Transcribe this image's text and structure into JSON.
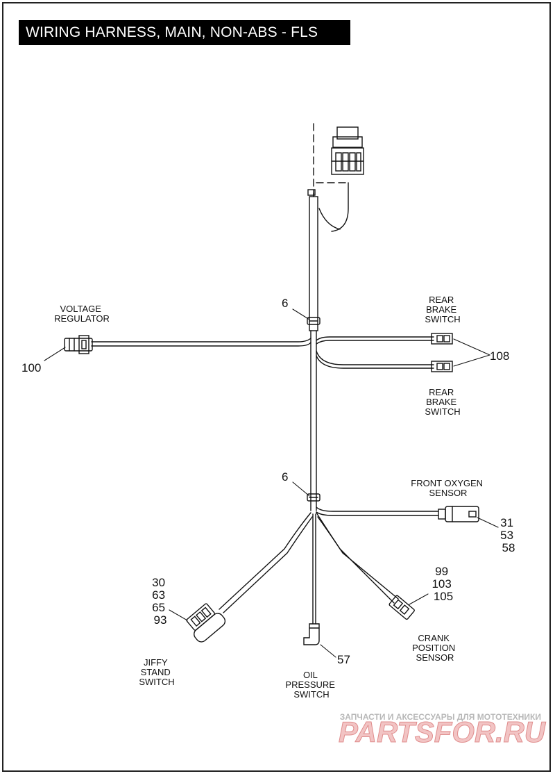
{
  "title": "WIRING HARNESS, MAIN, NON-ABS - FLS",
  "labels": {
    "voltage_regulator": [
      "VOLTAGE",
      "REGULATOR"
    ],
    "rear_brake_switch_upper": [
      "REAR",
      "BRAKE",
      "SWITCH"
    ],
    "rear_brake_switch_lower": [
      "REAR",
      "BRAKE",
      "SWITCH"
    ],
    "front_oxygen_sensor": [
      "FRONT OXYGEN",
      "SENSOR"
    ],
    "crank_position_sensor": [
      "CRANK",
      "POSITION",
      "SENSOR"
    ],
    "oil_pressure_switch": [
      "OIL",
      "PRESSURE",
      "SWITCH"
    ],
    "jiffy_stand_switch": [
      "JIFFY",
      "STAND",
      "SWITCH"
    ]
  },
  "callouts": {
    "clip_upper": [
      "6"
    ],
    "clip_lower": [
      "6"
    ],
    "voltage_regulator": [
      "100"
    ],
    "rear_brake_switch": [
      "108"
    ],
    "front_oxygen_sensor": [
      "31",
      "53",
      "58"
    ],
    "crank_position_sensor": [
      "99",
      "103",
      "105"
    ],
    "oil_pressure_switch": [
      "57"
    ],
    "jiffy_stand_switch": [
      "30",
      "63",
      "65",
      "93"
    ]
  },
  "watermark": {
    "tagline": "ЗАПЧАСТИ И АКСЕССУАРЫ ДЛЯ МОТОТЕХНИКИ",
    "logo": "PARTSFOR.RU"
  }
}
